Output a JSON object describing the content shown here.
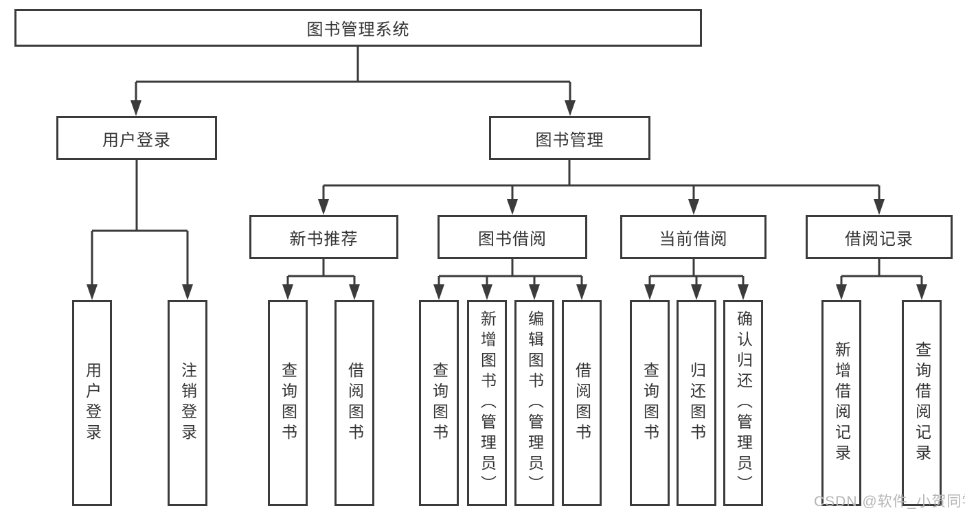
{
  "diagram": {
    "root": "图书管理系统",
    "branches": [
      {
        "label": "用户登录",
        "children": [
          "用户登录",
          "注销登录"
        ]
      },
      {
        "label": "图书管理",
        "sections": [
          {
            "label": "新书推荐",
            "children": [
              "查询图书",
              "借阅图书"
            ]
          },
          {
            "label": "图书借阅",
            "children": [
              "查询图书",
              "新增图书（管理员）",
              "编辑图书（管理员）",
              "借阅图书"
            ]
          },
          {
            "label": "当前借阅",
            "children": [
              "查询图书",
              "归还图书",
              "确认归还（管理员）"
            ]
          },
          {
            "label": "借阅记录",
            "children": [
              "新增借阅记录",
              "查询借阅记录"
            ]
          }
        ]
      }
    ]
  },
  "watermark": "CSDN @软件_小贺同学",
  "colors": {
    "line": "#3b3b3b",
    "text": "#333333",
    "watermark": "#b5b5b5",
    "background": "#ffffff"
  }
}
